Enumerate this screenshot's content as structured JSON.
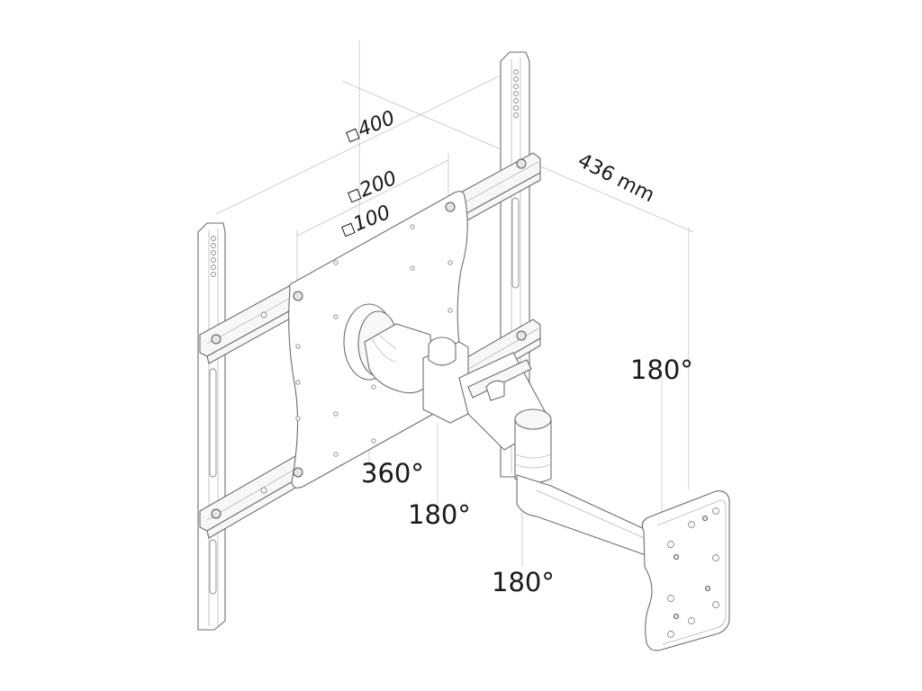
{
  "diagram": {
    "subject": "TV wall mount swivel arm",
    "labels": {
      "vesa_400": "400",
      "vesa_200": "200",
      "vesa_100": "100",
      "depth": "436 mm",
      "rotation_plate": "360°",
      "tilt_joint": "180°",
      "elbow_joint": "180°",
      "wall_joint": "180°"
    },
    "vesa_sizes_mm": [
      400,
      200,
      100
    ],
    "max_depth_mm": 436,
    "rotation_degrees": [
      360,
      180,
      180,
      180
    ],
    "colors": {
      "background": "#ffffff",
      "line": "#6e6e6e",
      "dimension_line": "#c4c4c4",
      "text": "#1a1a1a"
    }
  }
}
